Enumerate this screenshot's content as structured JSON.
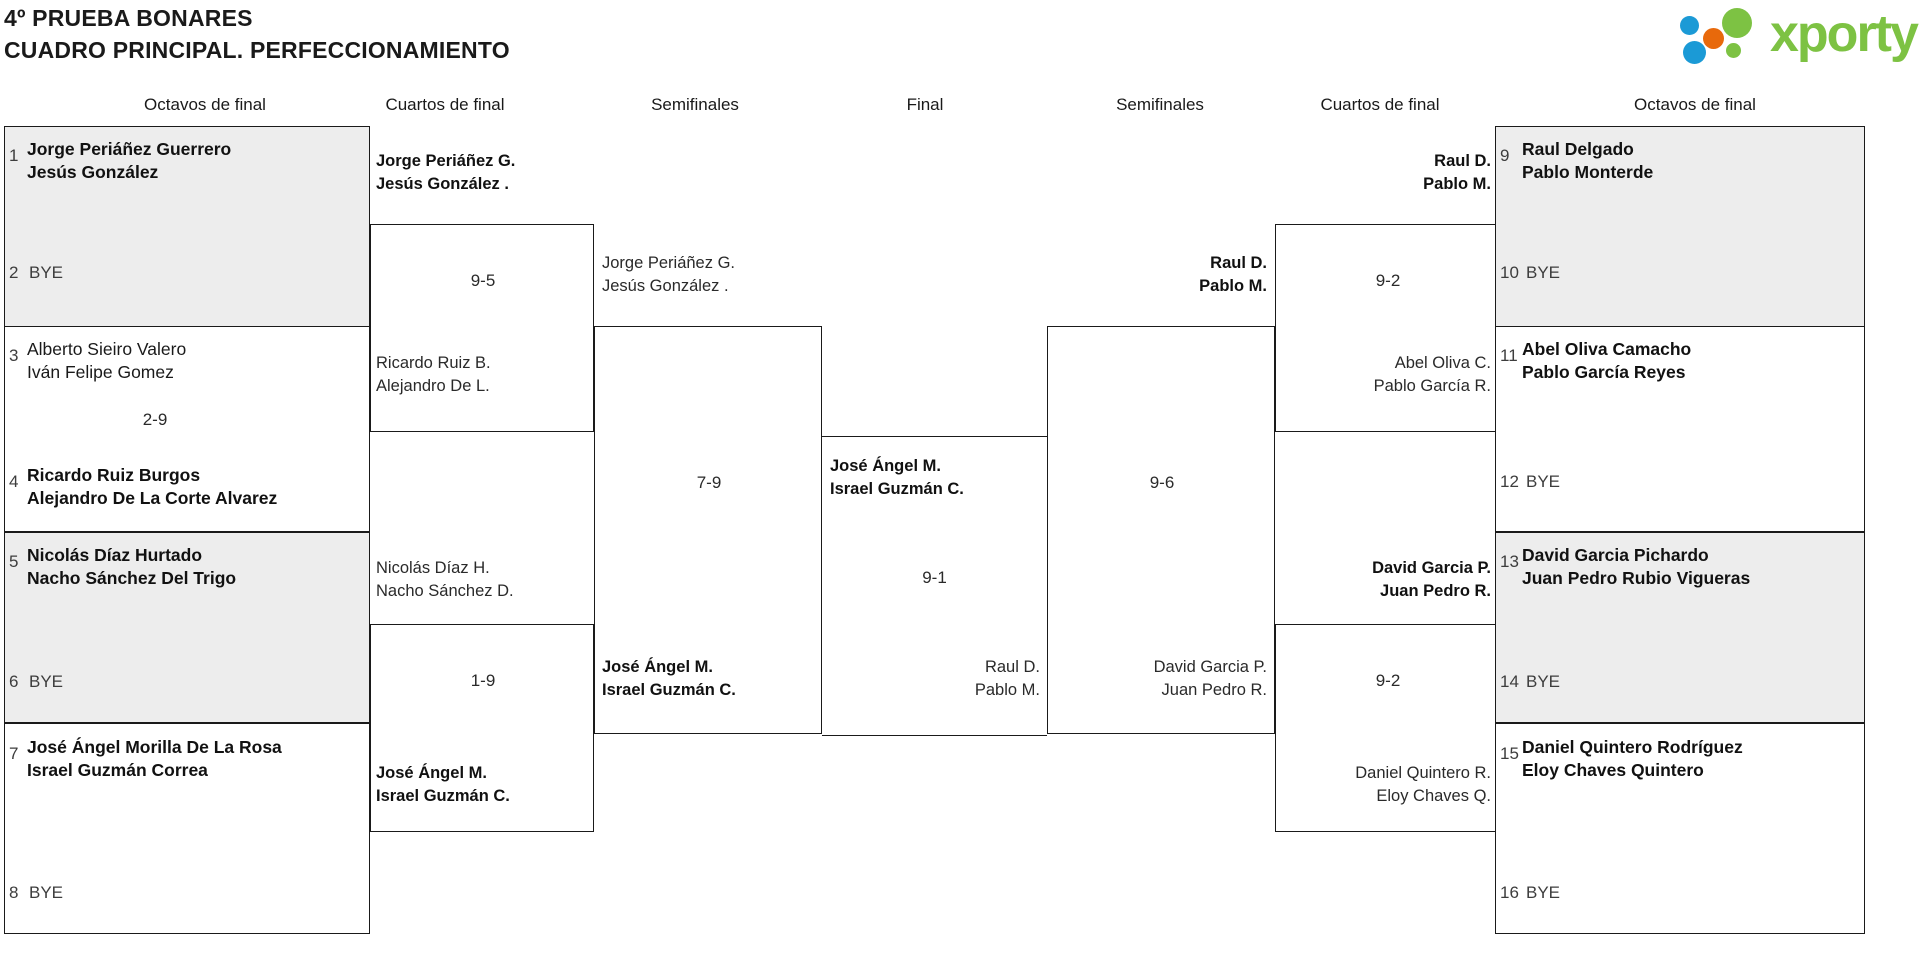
{
  "header": {
    "title_line1": "4º PRUEBA BONARES",
    "title_line2": "CUADRO PRINCIPAL. PERFECCIONAMIENTO",
    "logo_text": "xporty",
    "logo_colors": {
      "green": "#7dc243",
      "blue": "#1b9ad6",
      "orange": "#e8690b"
    }
  },
  "rounds": {
    "left_r16": "Octavos de final",
    "left_qf": "Cuartos de final",
    "left_sf": "Semifinales",
    "final": "Final",
    "right_sf": "Semifinales",
    "right_qf": "Cuartos de final",
    "right_r16": "Octavos de final"
  },
  "left": {
    "seeds": [
      {
        "num": "1",
        "name1": "Jorge Periáñez Guerrero",
        "name2": "Jesús González",
        "winner": true,
        "bye": false
      },
      {
        "num": "2",
        "name1": "BYE",
        "name2": "",
        "winner": false,
        "bye": true
      },
      {
        "num": "3",
        "name1": "Alberto Sieiro Valero",
        "name2": "Iván Felipe Gomez",
        "winner": false,
        "bye": false
      },
      {
        "num": "4",
        "name1": "Ricardo Ruiz Burgos",
        "name2": "Alejandro De La Corte Alvarez",
        "winner": true,
        "bye": false
      },
      {
        "num": "5",
        "name1": "Nicolás Díaz Hurtado",
        "name2": "Nacho Sánchez Del Trigo",
        "winner": true,
        "bye": false
      },
      {
        "num": "6",
        "name1": "BYE",
        "name2": "",
        "winner": false,
        "bye": true
      },
      {
        "num": "7",
        "name1": "José Ángel Morilla De La Rosa",
        "name2": "Israel Guzmán Correa",
        "winner": true,
        "bye": false
      },
      {
        "num": "8",
        "name1": "BYE",
        "name2": "",
        "winner": false,
        "bye": true
      }
    ],
    "r16_scores": [
      "",
      "2-9",
      "",
      ""
    ],
    "qf": [
      {
        "name1": "Jorge Periáñez G.",
        "name2": "Jesús González .",
        "winner": true
      },
      {
        "name1": "Ricardo Ruiz B.",
        "name2": "Alejandro De L.",
        "winner": false
      },
      {
        "name1": "Nicolás Díaz H.",
        "name2": "Nacho Sánchez D.",
        "winner": false
      },
      {
        "name1": "José Ángel M.",
        "name2": "Israel Guzmán C.",
        "winner": true
      }
    ],
    "qf_scores": [
      "9-5",
      "1-9"
    ],
    "sf": [
      {
        "name1": "Jorge Periáñez G.",
        "name2": "Jesús González .",
        "winner": false
      },
      {
        "name1": "José Ángel M.",
        "name2": "Israel Guzmán C.",
        "winner": true
      }
    ],
    "sf_score": "7-9"
  },
  "right": {
    "seeds": [
      {
        "num": "9",
        "name1": "Raul Delgado",
        "name2": "Pablo Monterde",
        "winner": true,
        "bye": false
      },
      {
        "num": "10",
        "name1": "BYE",
        "name2": "",
        "winner": false,
        "bye": true
      },
      {
        "num": "11",
        "name1": "Abel Oliva Camacho",
        "name2": "Pablo García Reyes",
        "winner": true,
        "bye": false
      },
      {
        "num": "12",
        "name1": "BYE",
        "name2": "",
        "winner": false,
        "bye": true
      },
      {
        "num": "13",
        "name1": "David Garcia Pichardo",
        "name2": "Juan Pedro Rubio Vigueras",
        "winner": true,
        "bye": false
      },
      {
        "num": "14",
        "name1": "BYE",
        "name2": "",
        "winner": false,
        "bye": true
      },
      {
        "num": "15",
        "name1": "Daniel Quintero Rodríguez",
        "name2": "Eloy Chaves Quintero",
        "winner": true,
        "bye": false
      },
      {
        "num": "16",
        "name1": "BYE",
        "name2": "",
        "winner": false,
        "bye": true
      }
    ],
    "qf": [
      {
        "name1": "Raul D.",
        "name2": "Pablo M.",
        "winner": true
      },
      {
        "name1": "Abel Oliva C.",
        "name2": "Pablo García R.",
        "winner": false
      },
      {
        "name1": "David Garcia P.",
        "name2": "Juan Pedro R.",
        "winner": true
      },
      {
        "name1": "Daniel Quintero R.",
        "name2": "Eloy Chaves Q.",
        "winner": false
      }
    ],
    "qf_scores": [
      "9-2",
      "9-2"
    ],
    "sf": [
      {
        "name1": "Raul D.",
        "name2": "Pablo M.",
        "winner": true
      },
      {
        "name1": "David Garcia P.",
        "name2": "Juan Pedro R.",
        "winner": false
      }
    ],
    "sf_score": "9-6"
  },
  "final": {
    "top": {
      "name1": "José Ángel M.",
      "name2": "Israel Guzmán C.",
      "winner": true
    },
    "bottom": {
      "name1": "Raul D.",
      "name2": "Pablo M.",
      "winner": false
    },
    "score": "9-1"
  }
}
